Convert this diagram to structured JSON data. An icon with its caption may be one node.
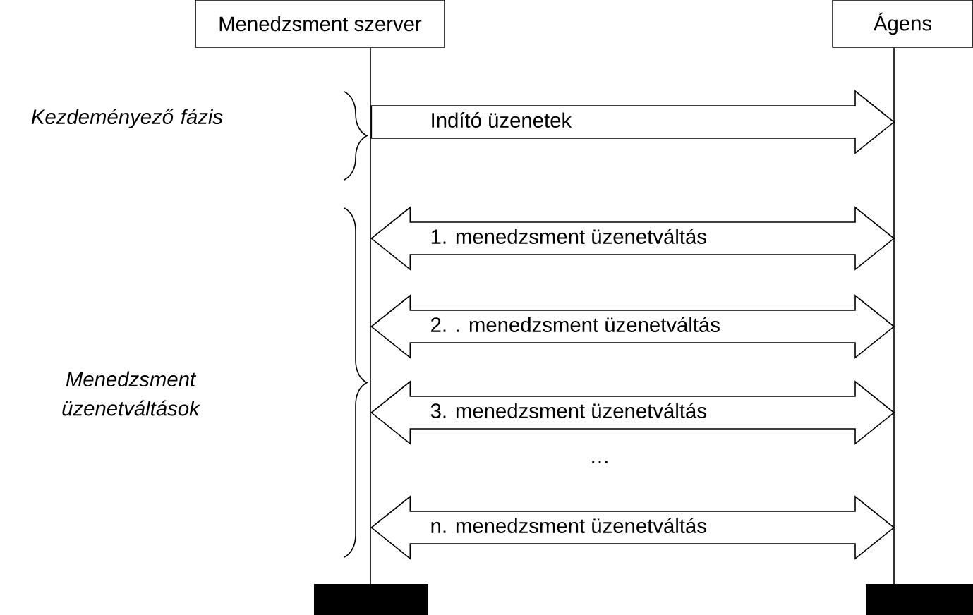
{
  "diagram": {
    "nodes": [
      {
        "text": [
          "Menedzsment szerver"
        ]
      },
      {
        "text": [
          "Ágens"
        ]
      }
    ],
    "edges": [
      {
        "from": 0,
        "to": 1,
        "arrow": "to",
        "label": "Indító üzenetek"
      },
      {
        "from": 0,
        "to": 1,
        "arrow": "both",
        "label": "1. menedzsment üzenetváltás"
      },
      {
        "from": 0,
        "to": 1,
        "arrow": "both",
        "label": "2. . menedzsment üzenetváltás"
      },
      {
        "from": 0,
        "to": 1,
        "arrow": "both",
        "label": "3. menedzsment üzenetváltás"
      },
      {
        "from": 0,
        "to": 1,
        "arrow": "both",
        "label": "n. menedzsment üzenetváltás"
      }
    ],
    "labels": [
      "Kezdeményező fázis",
      "Menedzsment üzenetváltások",
      "…"
    ]
  }
}
